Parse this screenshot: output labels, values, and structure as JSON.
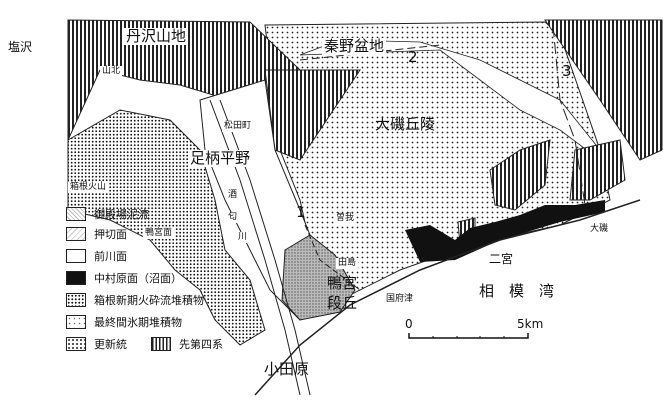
{
  "places": {
    "shiozawa": "塩沢",
    "tanzawa": "丹沢山地",
    "hadano": "秦野盆地",
    "yamakita": "山北",
    "matsudamachi": "松田町",
    "ashigara": "足柄平野",
    "oiso_hills": "大磯丘陵",
    "hakone": "箱根火山",
    "sakawa_1": "酒",
    "sakawa_2": "匂",
    "sakawa_3": "川",
    "kamonomiya_surface": "鴨宮面",
    "soga": "曽我",
    "tajima": "田島",
    "kamonomiya_terrace_1": "鴨宮",
    "kamonomiya_terrace_2": "段丘",
    "kozu": "国府津",
    "ninomiya": "二宮",
    "oiso": "大磯",
    "sagami_bay": "相　模　湾",
    "odawara": "小田原"
  },
  "fault_numbers": [
    "1",
    "2",
    "3"
  ],
  "scale_bar": {
    "start": "0",
    "end": "5km"
  },
  "legend": [
    {
      "label": "御殿場泥流",
      "pattern": "gotemba"
    },
    {
      "label": "押切面",
      "pattern": "oshikiri"
    },
    {
      "label": "前川面",
      "pattern": "blank"
    },
    {
      "label": "中村原面（沼面）",
      "pattern": "black"
    },
    {
      "label": "箱根新期火砕流堆積物",
      "pattern": "dense-dots"
    },
    {
      "label": "最終間氷期堆積物",
      "pattern": "sparse-dots"
    },
    {
      "label": "更新統",
      "pattern": "dots"
    },
    {
      "label": "先第四系",
      "pattern": "vertical-lines"
    }
  ]
}
